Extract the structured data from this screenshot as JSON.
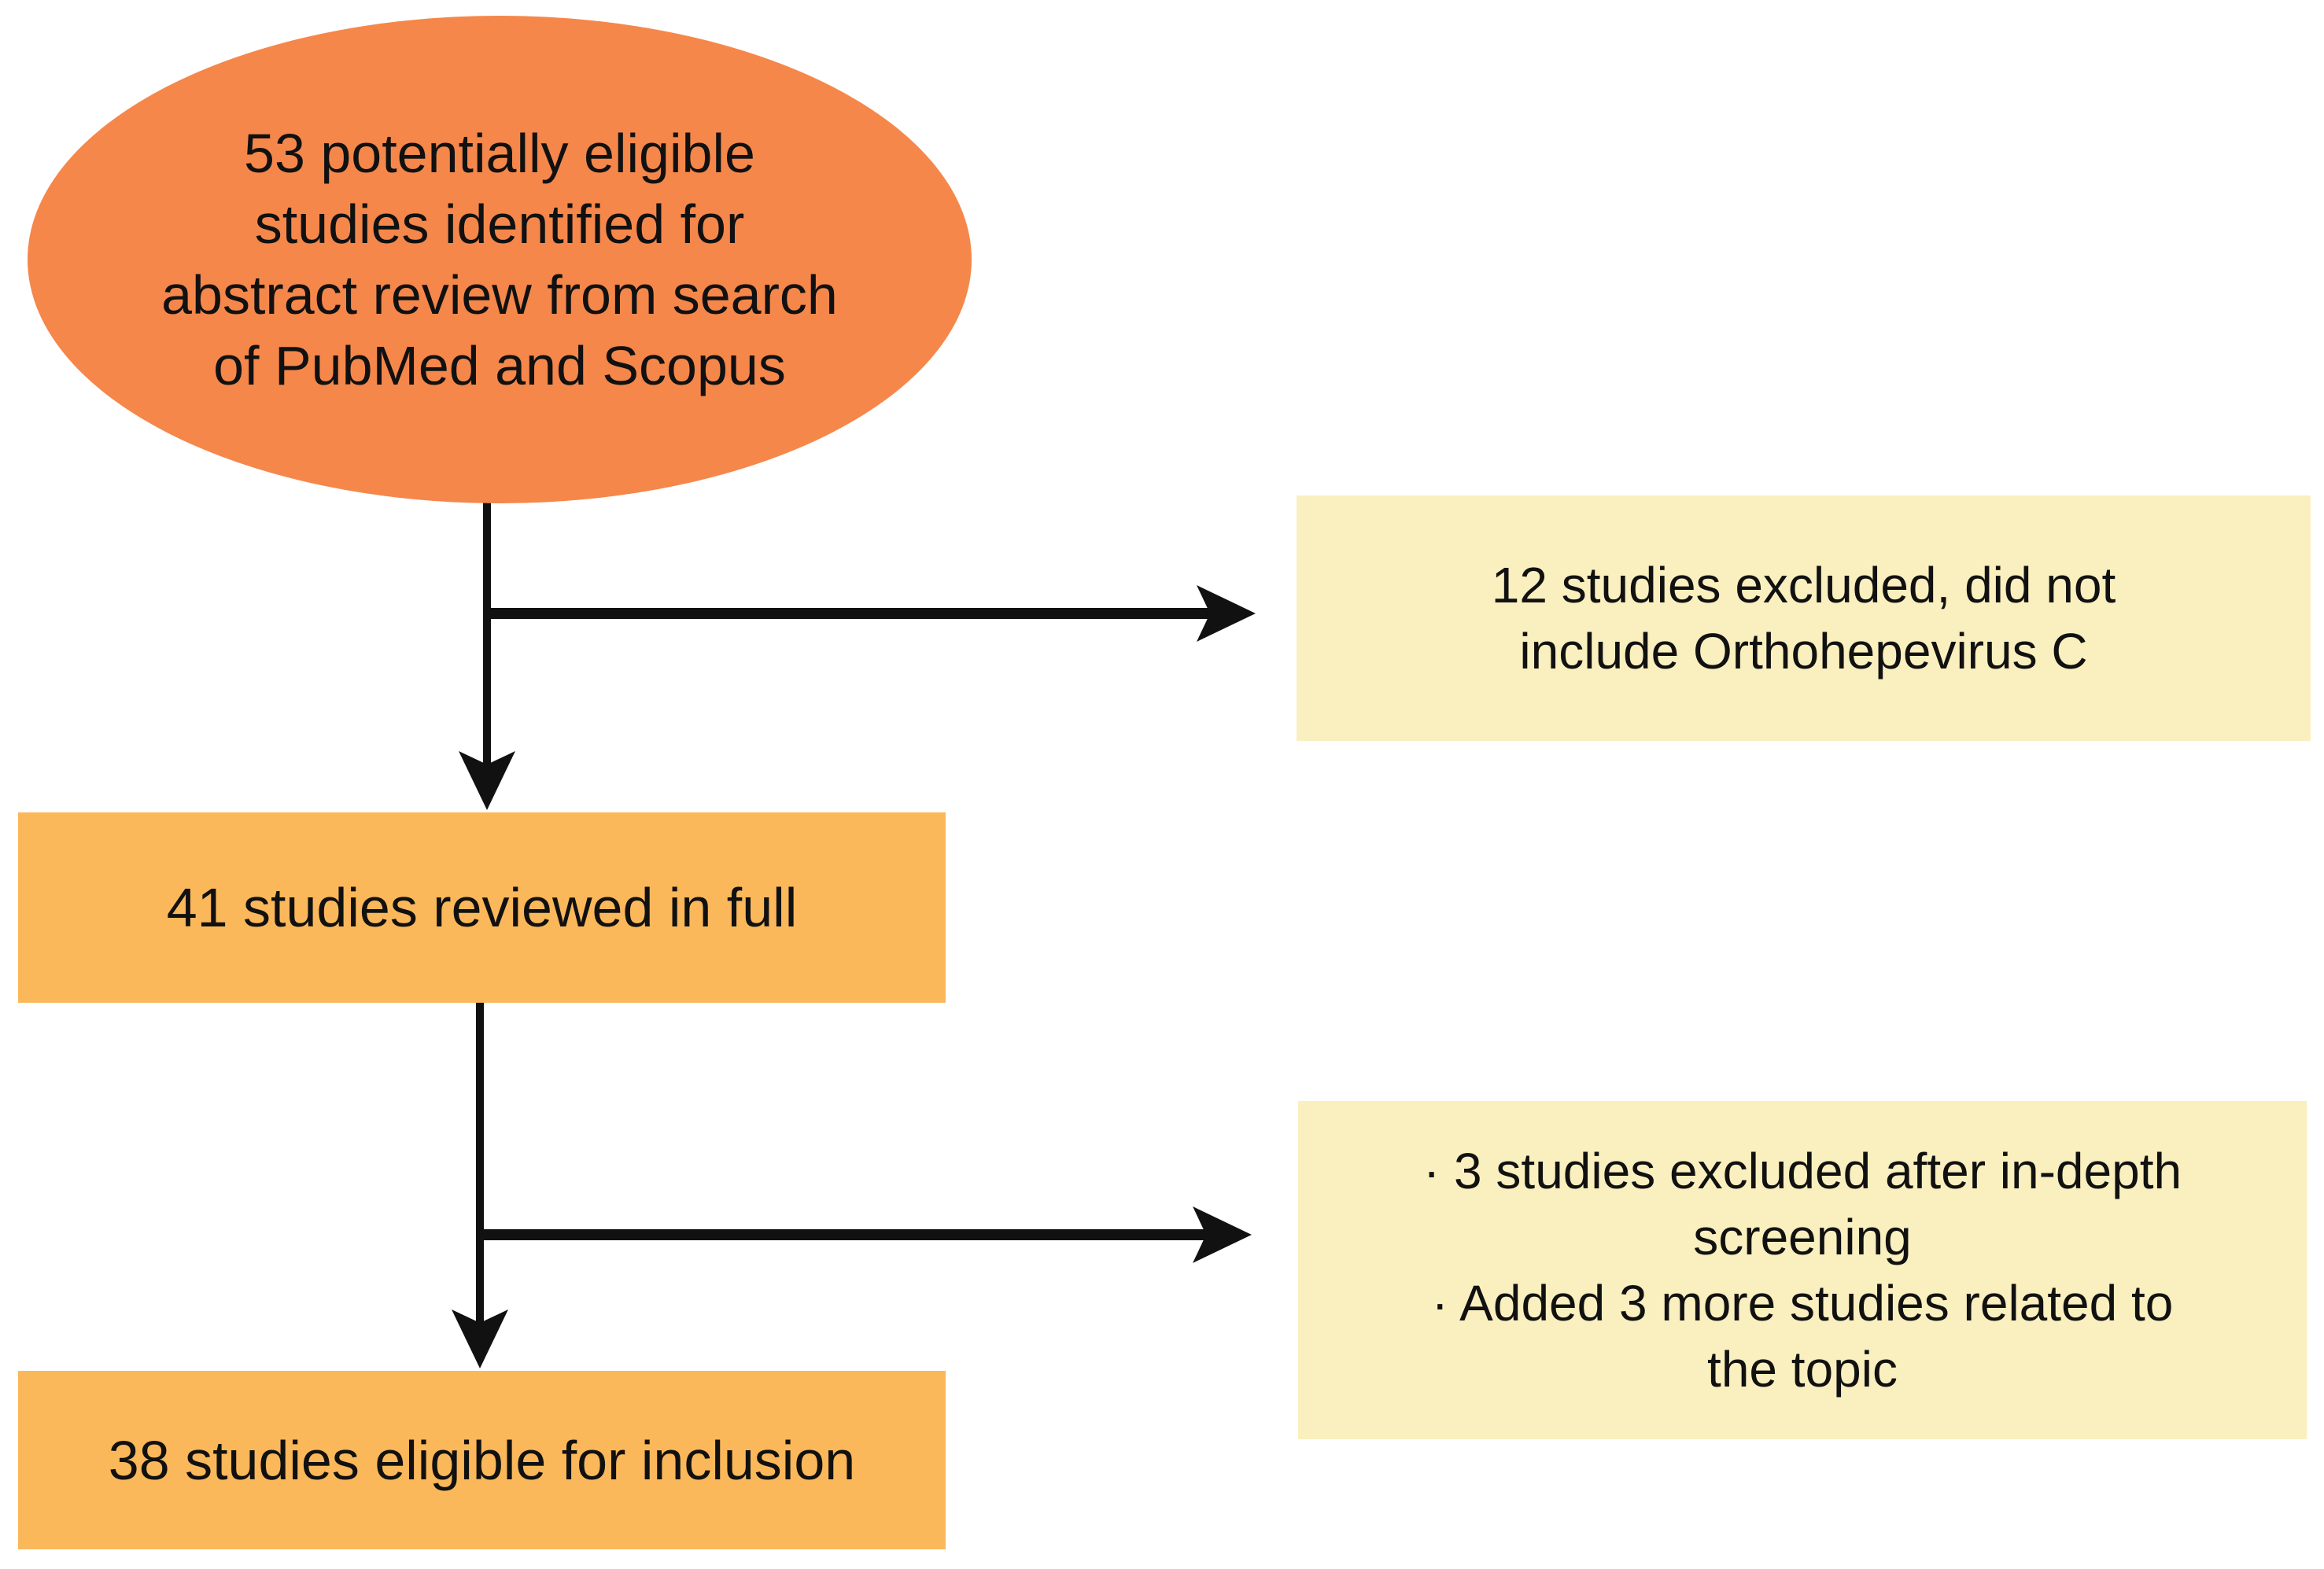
{
  "flowchart": {
    "background": "#ffffff",
    "colors": {
      "ellipse_fill": "#f5874b",
      "stage_box_fill": "#fbb85a",
      "note_box_fill": "#faefbe",
      "arrow": "#111111",
      "text": "#111111"
    },
    "nodes": {
      "identified": {
        "shape": "ellipse",
        "lines": [
          "53 potentially eligible",
          "studies identified for",
          "abstract review from search",
          "of PubMed and Scopus"
        ]
      },
      "excluded_abstract": {
        "shape": "note",
        "lines": [
          "12 studies excluded, did not",
          "include Orthohepevirus C"
        ]
      },
      "reviewed": {
        "shape": "stage",
        "label": "41 studies reviewed in full"
      },
      "excluded_fulltext": {
        "shape": "note",
        "lines": [
          "· 3 studies excluded after in-depth",
          "screening",
          "·  Added 3 more studies related to",
          "the topic"
        ]
      },
      "included": {
        "shape": "stage",
        "label": "38 studies eligible for inclusion"
      }
    }
  }
}
